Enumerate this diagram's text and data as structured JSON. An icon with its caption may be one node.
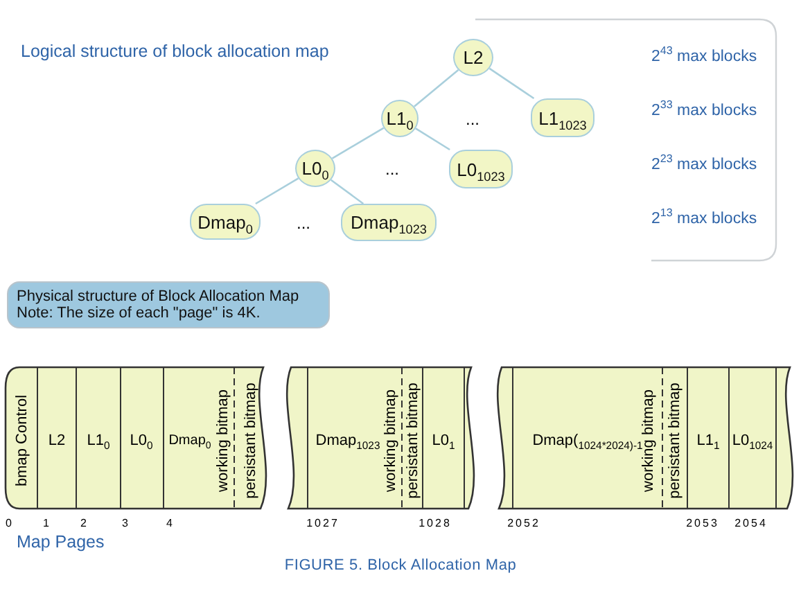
{
  "diagram": {
    "caption": "FIGURE 5. Block Allocation Map",
    "nodes": [
      {
        "text": [
          "L2"
        ]
      },
      {
        "text": [
          "L1$_{0}$"
        ]
      },
      {
        "text": [
          "L1$_{1023}$"
        ]
      },
      {
        "text": [
          "L0$_{0}$"
        ]
      },
      {
        "text": [
          "L0$_{1023}$"
        ]
      },
      {
        "text": [
          "Dmap$_{0}$"
        ]
      },
      {
        "text": [
          "Dmap$_{1023}$"
        ]
      },
      {
        "text": [
          "Physical structure of Block Allocation Map",
          "Note: The size of each \"page\" is 4K."
        ]
      }
    ],
    "edges": [
      {
        "from": 0,
        "to": 1,
        "arrow": "none"
      },
      {
        "from": 0,
        "to": 2,
        "arrow": "none"
      },
      {
        "from": 1,
        "to": 3,
        "arrow": "none"
      },
      {
        "from": 1,
        "to": 4,
        "arrow": "none"
      },
      {
        "from": 3,
        "to": 5,
        "arrow": "none"
      },
      {
        "from": 3,
        "to": 6,
        "arrow": "none"
      }
    ],
    "labels": [
      "Logical structure of block allocation map",
      "2$^{43}$ max blocks",
      "...",
      "2$^{33}$ max blocks",
      "...",
      "2$^{23}$ max blocks",
      "...",
      "2$^{13}$ max blocks",
      "bmap Control",
      "L2",
      "L1$_{0}$",
      "L0$_{0}$",
      "Dmap$_{0}$",
      "working bitmap",
      "persistant bitmap",
      "Dmap$_{1023}$",
      "working bitmap",
      "persistant bitmap",
      "L0$_{1}$",
      "Dmap($_{1024*2024)-1}$",
      "working bitmap",
      "persistant bitmap",
      "L1$_{1}$",
      "L0$_{1024}$",
      "0",
      "1",
      "2",
      "3",
      "4",
      "1027",
      "1028",
      "2052",
      "2053",
      "2054",
      "Map Pages"
    ]
  }
}
